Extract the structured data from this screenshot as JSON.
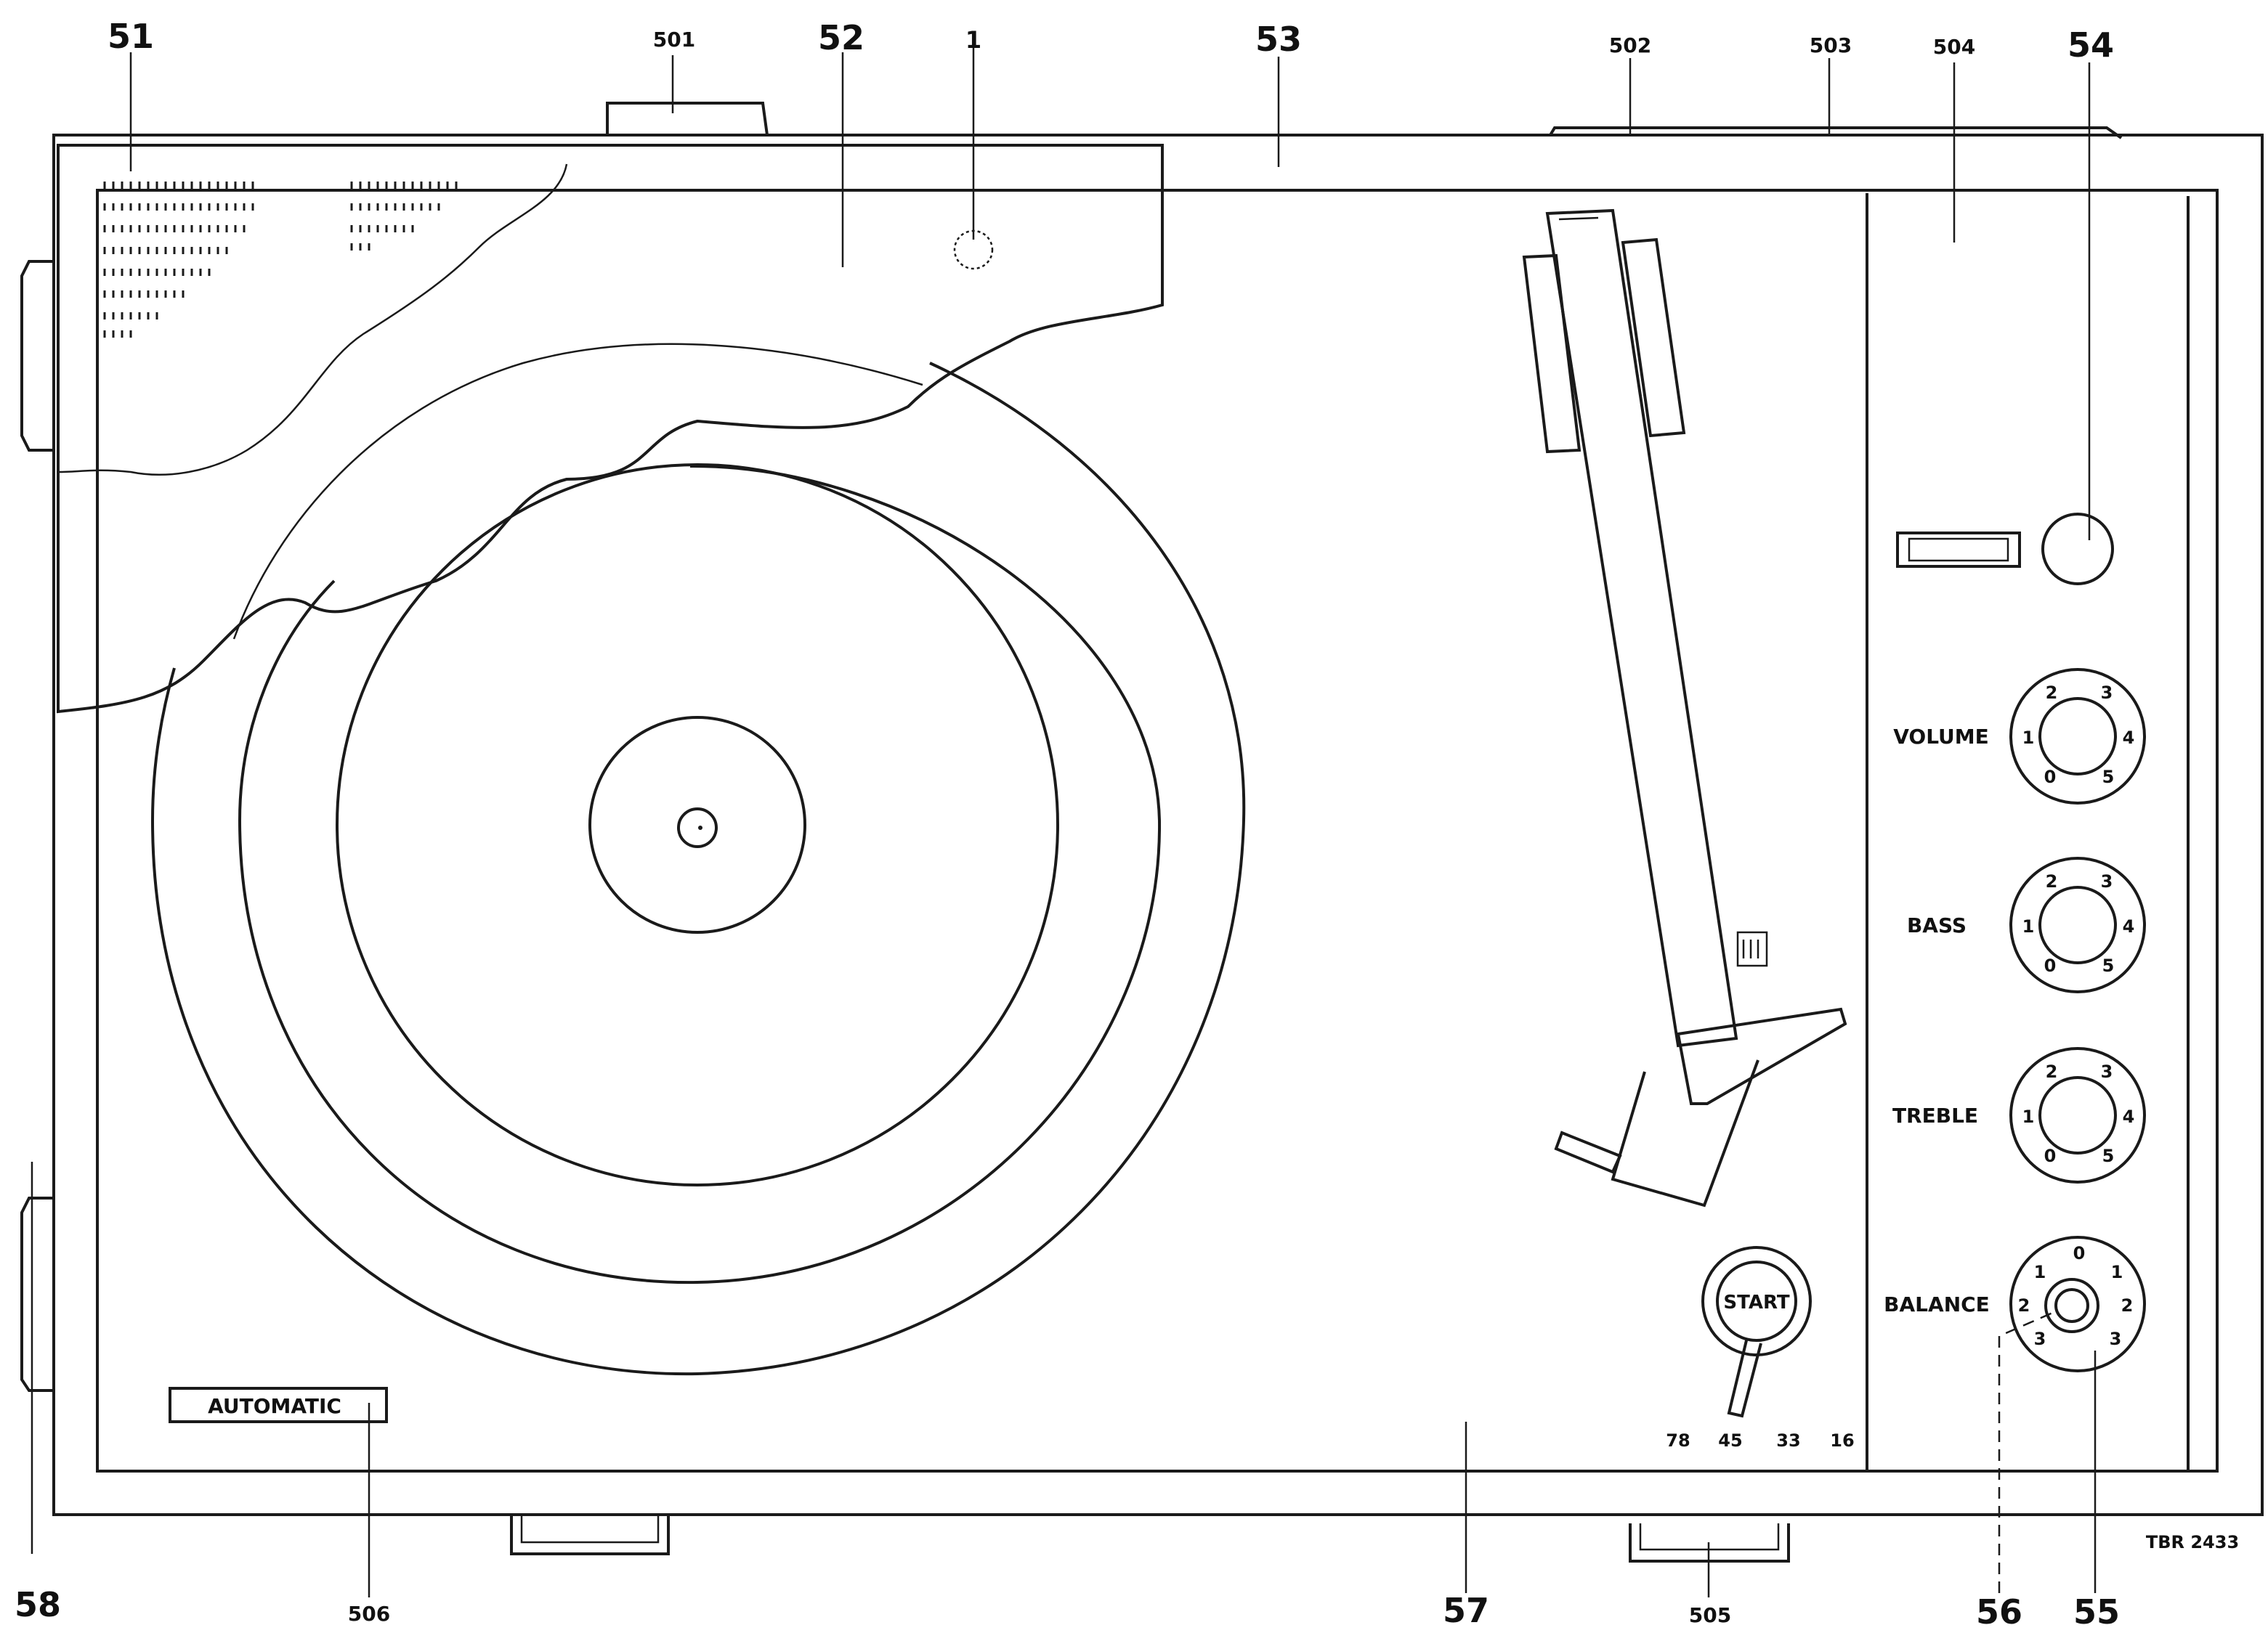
{
  "colors": {
    "ink": "#1a1a1a",
    "paper": "#ffffff"
  },
  "callouts": {
    "c51": "51",
    "c501": "501",
    "c52": "52",
    "c1": "1",
    "c53": "53",
    "c502": "502",
    "c503": "503",
    "c504": "504",
    "c54": "54",
    "c58": "58",
    "c506": "506",
    "c57": "57",
    "c505": "505",
    "c56": "56",
    "c55": "55"
  },
  "labels": {
    "volume": "VOLUME",
    "bass": "BASS",
    "treble": "TREBLE",
    "balance": "BALANCE",
    "start": "START",
    "automatic": "AUTOMATIC",
    "drawing_ref": "TBR 2433"
  },
  "speeds": [
    "78",
    "45",
    "33",
    "16"
  ],
  "dial_scale": {
    "top_left": "2",
    "top_right": "3",
    "left": "1",
    "right": "4",
    "bottom_left": "0",
    "bottom_right": "5"
  },
  "balance_scale": {
    "top": "0",
    "upper_left": "1",
    "upper_right": "1",
    "left": "2",
    "right": "2",
    "lower_left": "3",
    "lower_right": "3"
  }
}
